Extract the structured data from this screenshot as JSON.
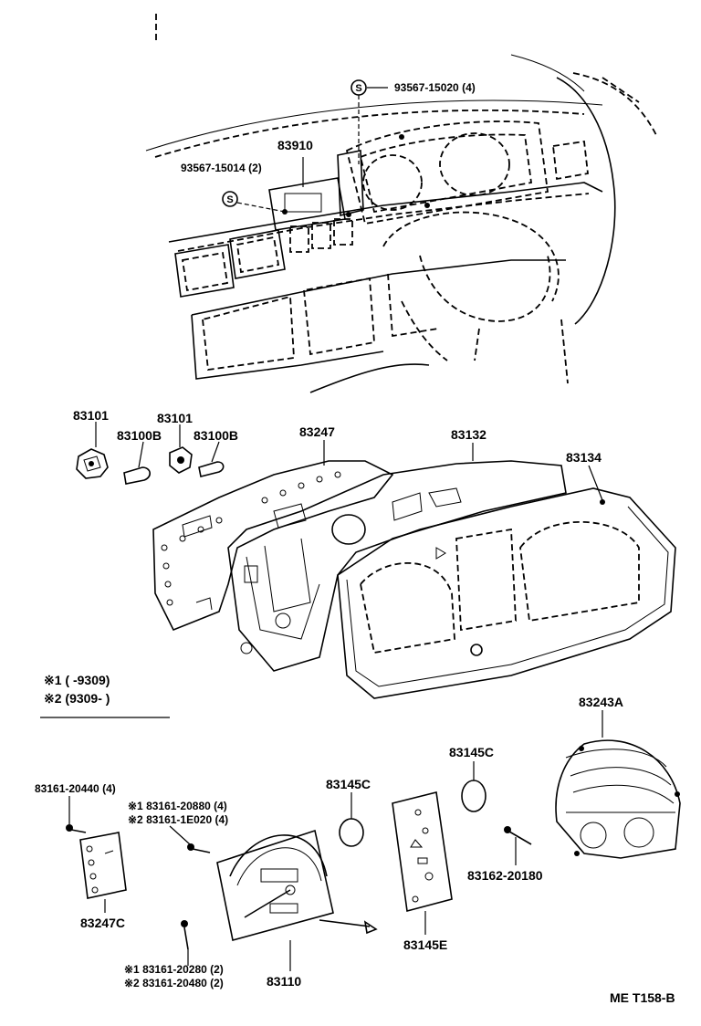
{
  "labels": {
    "p93567_15020": "93567-15020 (4)",
    "p83910": "83910",
    "p93567_15014": "93567-15014 (2)",
    "p83101_a": "83101",
    "p83101_b": "83101",
    "p83100b_a": "83100B",
    "p83100b_b": "83100B",
    "p83247": "83247",
    "p83132": "83132",
    "p83134": "83134",
    "legend1": "※1 (      -9309)",
    "legend2": "※2 (9309-          )",
    "p83243a": "83243A",
    "p83145c_a": "83145C",
    "p83145c_b": "83145C",
    "p83161_20440": "83161-20440 (4)",
    "p83161_20880": "※1 83161-20880 (4)",
    "p83161_1e020": "※2 83161-1E020 (4)",
    "p83162_20180": "83162-20180",
    "p83247c": "83247C",
    "p83145e": "83145E",
    "p83161_20280": "※1 83161-20280 (2)",
    "p83161_20480": "※2 83161-20480 (2)",
    "p83110": "83110",
    "footer_code": "ME  T158-B"
  },
  "icons": {
    "screw_symbol": "S"
  }
}
